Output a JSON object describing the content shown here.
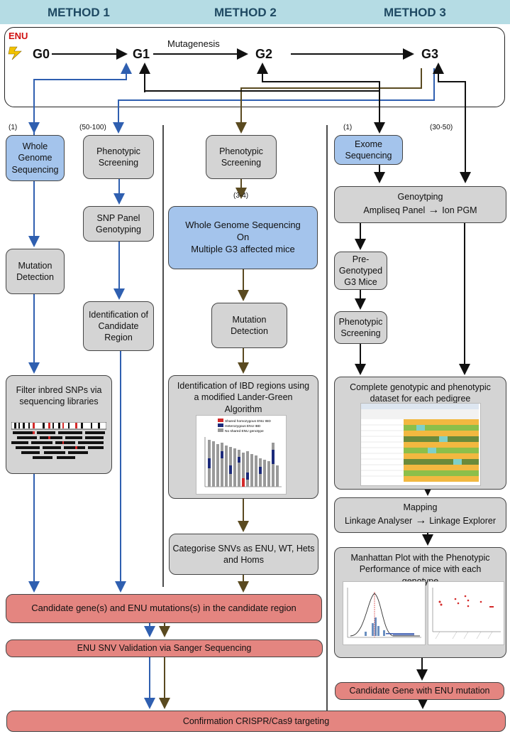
{
  "header": {
    "method1": "METHOD 1",
    "method2": "METHOD 2",
    "method3": "METHOD 3"
  },
  "breeding": {
    "enu": "ENU",
    "g0": "G0",
    "g1": "G1",
    "g2": "G2",
    "g3": "G3",
    "mutagenesis": "Mutagenesis"
  },
  "counts": {
    "m1a": "(1)",
    "m1b": "(50-100)",
    "m2": "(3-4)",
    "m3a": "(1)",
    "m3b": "(30-50)"
  },
  "method1": {
    "wgs": "Whole Genome Sequencing",
    "pheno": "Phenotypic Screening",
    "snp": "SNP Panel Genotyping",
    "mutdet": "Mutation Detection",
    "ident": "Identification of Candidate Region",
    "filter": "Filter inbred SNPs via sequencing libraries"
  },
  "method2": {
    "pheno": "Phenotypic Screening",
    "wgs_line1": "Whole Genome Sequencing",
    "wgs_line2": "On",
    "wgs_line3": "Multiple G3 affected mice",
    "mutdet": "Mutation Detection",
    "ibd": "Identification of IBD regions using a modified Lander-Green Algorithm",
    "ibd_legend": [
      "Shared homozygous ENU IBD",
      "Heterozygous ENU IBD",
      "No shared ENU genotype"
    ],
    "categorise": "Categorise SNVs as ENU, WT, Hets and Homs"
  },
  "method3": {
    "exome": "Exome Sequencing",
    "genotyping_title": "Genoytping",
    "ampliseq": "Ampliseq Panel",
    "ionpgm": "Ion PGM",
    "pregeno": "Pre-Genotyped G3 Mice",
    "pheno": "Phenotypic Screening",
    "complete": "Complete genotypic and phenotypic dataset for each pedigree",
    "mapping_title": "Mapping",
    "linkage_analyser": "Linkage Analyser",
    "linkage_explorer": "Linkage Explorer",
    "manhattan": "Manhattan Plot with the Phenotypic Performance of mice with each genotype",
    "candidate": "Candidate Gene with ENU mutation"
  },
  "shared": {
    "candidate_region": "Candidate gene(s) and ENU mutations(s) in the candidate region",
    "sanger": "ENU SNV Validation via Sanger Sequencing",
    "crispr": "Confirmation CRISPR/Cas9 targeting"
  },
  "colors": {
    "blue_arrow": "#2f5fb0",
    "olive_arrow": "#5a4a20",
    "black_arrow": "#111111",
    "gray_box": "#d4d4d4",
    "blue_box": "#a4c4ec",
    "red_box": "#e48580",
    "header": "#b5dce4"
  }
}
